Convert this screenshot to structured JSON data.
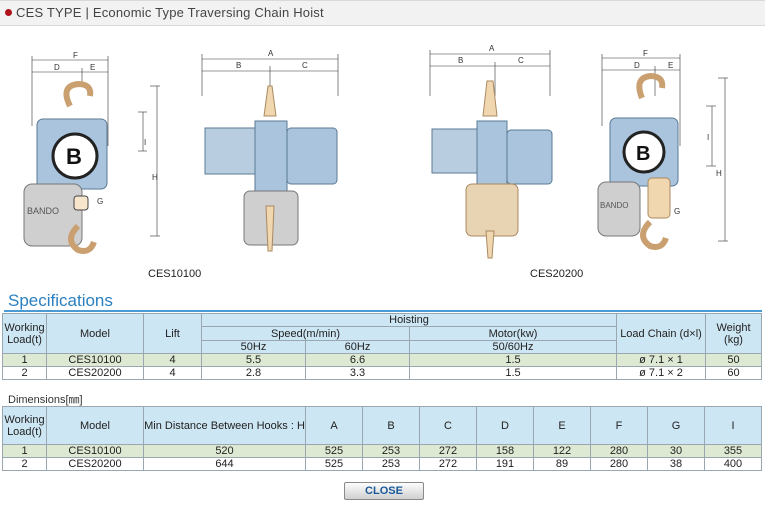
{
  "header": {
    "title": "CES TYPE | Economic Type Traversing Chain Hoist"
  },
  "drawing": {
    "captions": [
      "CES10100",
      "CES20200"
    ],
    "brand": "BANDO",
    "dim_letters": {
      "F": "F",
      "D": "D",
      "E": "E",
      "A": "A",
      "B": "B",
      "C": "C",
      "H": "H",
      "I": "I",
      "G": "G"
    }
  },
  "spec": {
    "title": "Specifications",
    "headers": {
      "working_load": "Working Load(t)",
      "model": "Model",
      "lift": "Lift",
      "hoisting": "Hoisting",
      "speed": "Speed(m/min)",
      "hz50": "50Hz",
      "hz60": "60Hz",
      "motor": "Motor(kw)",
      "motor_hz": "50/60Hz",
      "load_chain": "Load Chain (d×l)",
      "weight": "Weight (kg)"
    },
    "rows": [
      {
        "load": "1",
        "model": "CES10100",
        "lift": "4",
        "s50": "5.5",
        "s60": "6.6",
        "motor": "1.5",
        "chain": "ø 7.1 × 1",
        "weight": "50"
      },
      {
        "load": "2",
        "model": "CES20200",
        "lift": "4",
        "s50": "2.8",
        "s60": "3.3",
        "motor": "1.5",
        "chain": "ø 7.1 × 2",
        "weight": "60"
      }
    ]
  },
  "dims": {
    "label": "Dimensions[㎜]",
    "headers": {
      "working_load": "Working Load(t)",
      "model": "Model",
      "min_dist": "Min Distance Between Hooks : H",
      "cols": [
        "A",
        "B",
        "C",
        "D",
        "E",
        "F",
        "G",
        "I"
      ]
    },
    "rows": [
      {
        "load": "1",
        "model": "CES10100",
        "h": "520",
        "vals": [
          "525",
          "253",
          "272",
          "158",
          "122",
          "280",
          "30",
          "355"
        ]
      },
      {
        "load": "2",
        "model": "CES20200",
        "h": "644",
        "vals": [
          "525",
          "253",
          "272",
          "191",
          "89",
          "280",
          "38",
          "400"
        ]
      }
    ]
  },
  "buttons": {
    "close": "CLOSE"
  }
}
